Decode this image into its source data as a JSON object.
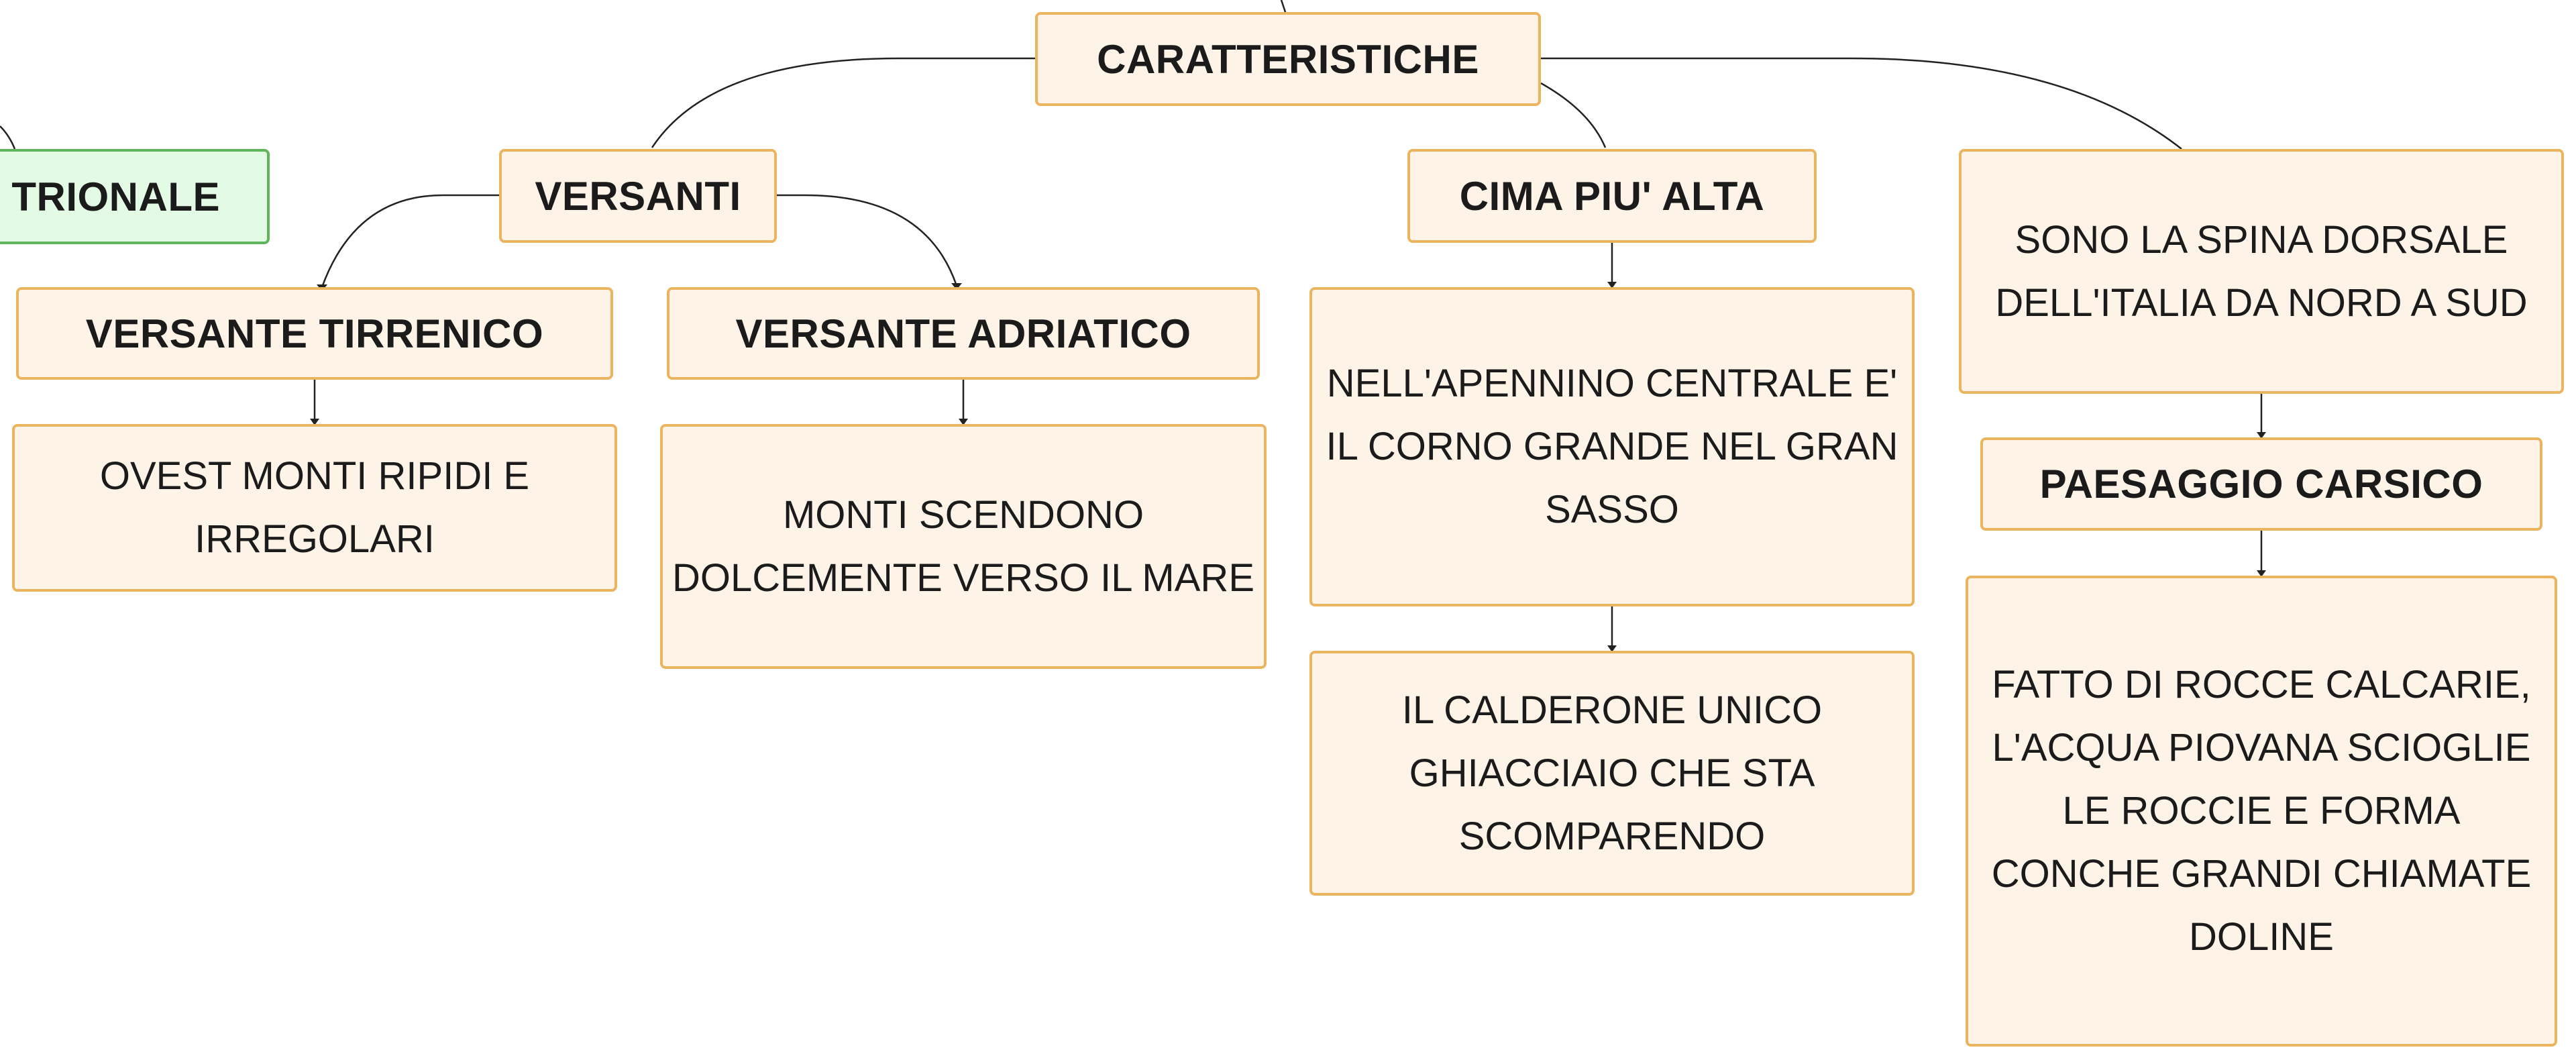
{
  "colors": {
    "node_fill": "#fdf3e6",
    "node_border": "#ebb55f",
    "side_node_fill": "#e3fbe4",
    "side_node_border": "#5fb45c",
    "connector": "#222222",
    "text": "#1b1b1b"
  },
  "nodes": {
    "side_topic": "TRIONALE",
    "caratteristiche": "CARATTERISTICHE",
    "versanti": "VERSANTI",
    "cima": "CIMA PIU' ALTA",
    "spina_dorsale": "SONO LA SPINA DORSALE DELL'ITALIA DA NORD A SUD",
    "versante_tirrenico": "VERSANTE TIRRENICO",
    "versante_adriatico": "VERSANTE ADRIATICO",
    "ovest": "OVEST MONTI RIPIDI E IRREGOLARI",
    "monti_scendono": "MONTI SCENDONO DOLCEMENTE VERSO IL MARE",
    "corno_grande": "NELL'APENNINO CENTRALE E' IL CORNO GRANDE NEL GRAN SASSO",
    "calderone": "IL CALDERONE  UNICO GHIACCIAIO CHE STA SCOMPARENDO",
    "paesaggio_carsico": "PAESAGGIO CARSICO",
    "rocce_calcarie": "FATTO DI ROCCE CALCARIE, L'ACQUA PIOVANA SCIOGLIE LE ROCCIE E FORMA CONCHE GRANDI CHIAMATE DOLINE"
  }
}
